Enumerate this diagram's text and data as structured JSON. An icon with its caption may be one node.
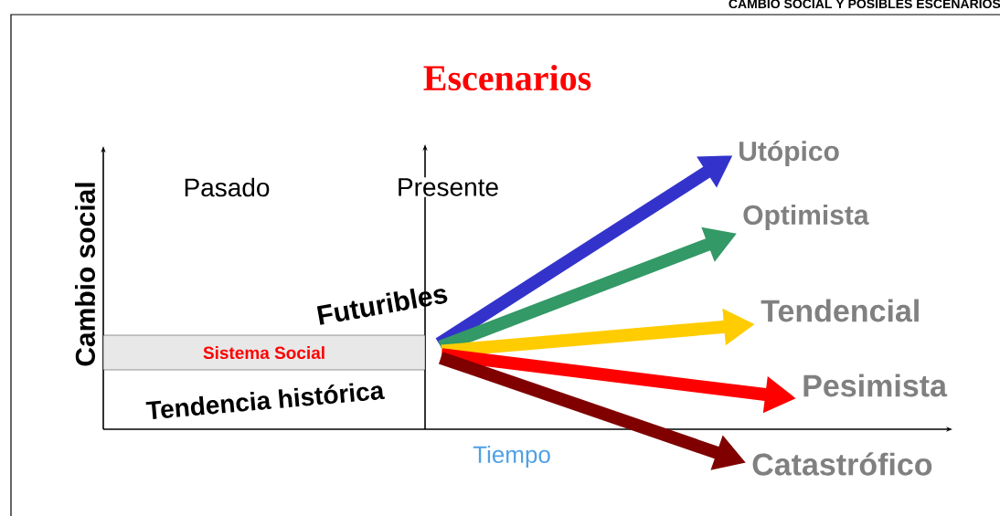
{
  "diagram": {
    "title": "Escenarios",
    "nodes": [
      {
        "text": [
          "Sistema Social"
        ]
      },
      {
        "text": [
          "Utópico"
        ]
      },
      {
        "text": [
          "Optimista"
        ]
      },
      {
        "text": [
          "Tendencial"
        ]
      },
      {
        "text": [
          "Pesimista"
        ]
      },
      {
        "text": [
          "Catastrófico"
        ]
      }
    ],
    "edges": [
      {
        "from": 0,
        "to": 1,
        "arrow": "to",
        "color": "#3333cc"
      },
      {
        "from": 0,
        "to": 2,
        "arrow": "to",
        "color": "#339966"
      },
      {
        "from": 0,
        "to": 3,
        "arrow": "to",
        "color": "#ffcc00"
      },
      {
        "from": 0,
        "to": 4,
        "arrow": "to",
        "color": "#ff0000"
      },
      {
        "from": 0,
        "to": 5,
        "arrow": "to",
        "color": "#800000"
      }
    ],
    "labels": [
      "CAMBIO SOCIAL Y POSIBLES ESCENARIOS",
      "Cambio social",
      "Pasado",
      "Presente",
      "Futuribles",
      "Tendencia histórica",
      "Tiempo"
    ]
  }
}
